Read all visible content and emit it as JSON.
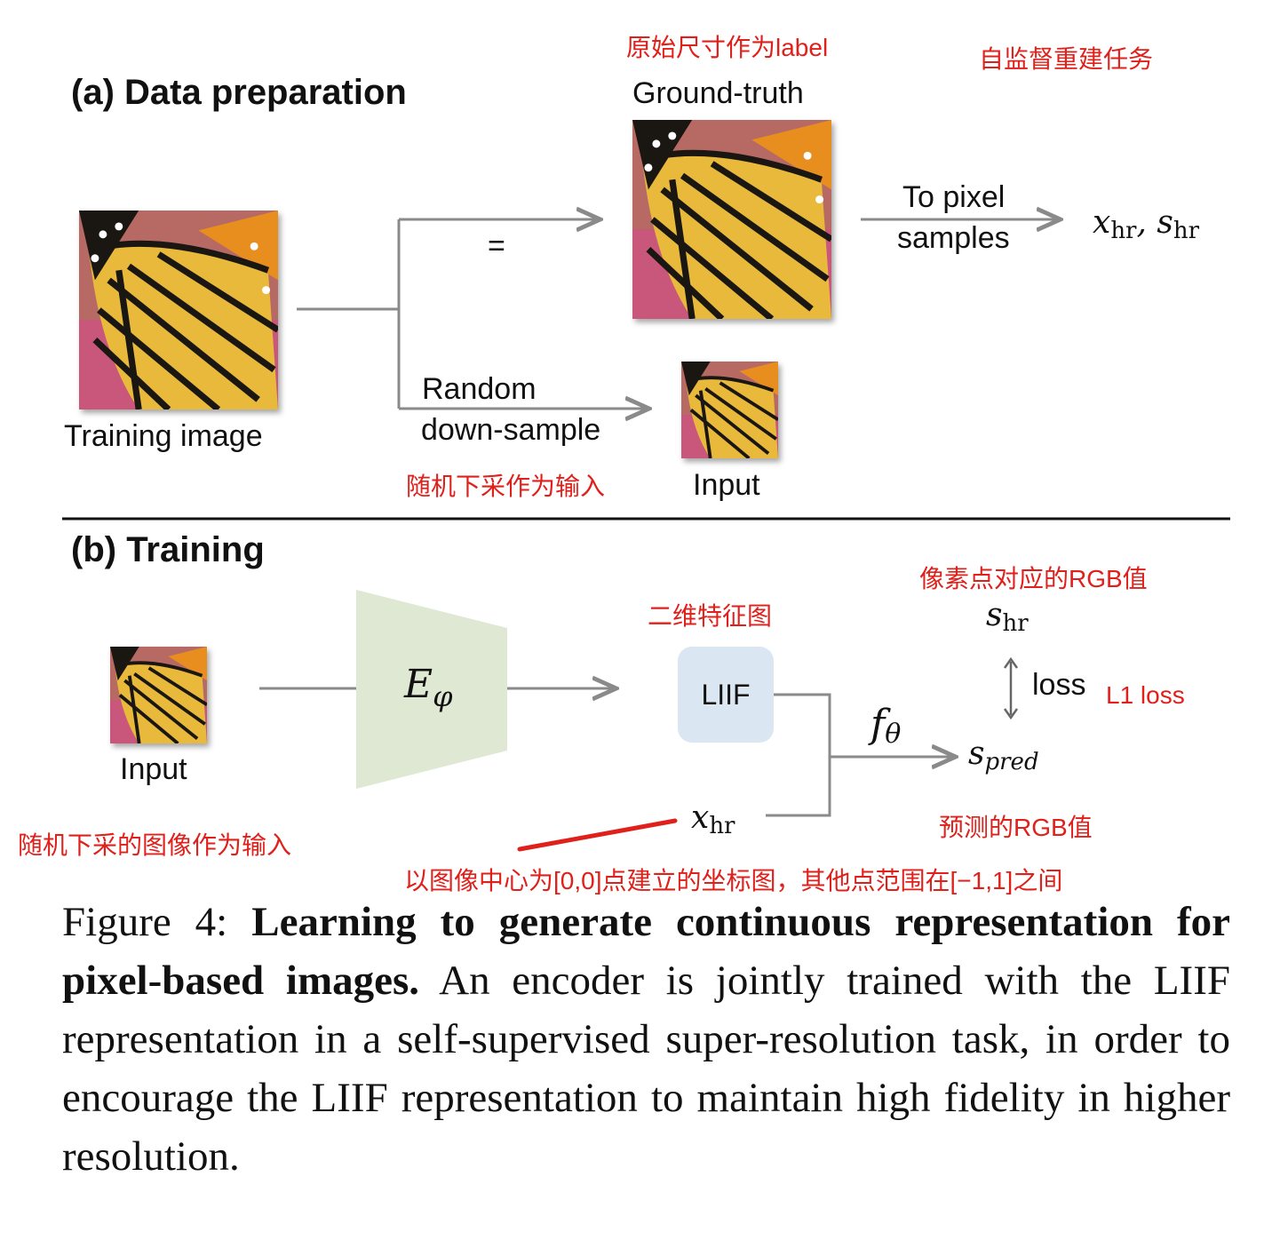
{
  "section_a": {
    "heading": "(a) Data preparation",
    "training_image_label": "Training image",
    "equals": "=",
    "ground_truth_label": "Ground-truth",
    "to_pixel_line1": "To pixel",
    "to_pixel_line2": "samples",
    "output_x": "x",
    "output_x_sub": "hr",
    "output_comma": ",",
    "output_s": "s",
    "output_s_sub": "hr",
    "random_line1": "Random",
    "random_line2": "down-sample",
    "input_label": "Input"
  },
  "section_b": {
    "heading": "(b) Training",
    "input_label": "Input",
    "encoder_symbol": "E",
    "encoder_sub": "φ",
    "liif_label": "LIIF",
    "f_symbol": "f",
    "f_sub": "θ",
    "s_hr": "s",
    "s_hr_sub": "hr",
    "loss_label": "loss",
    "s_pred": "s",
    "s_pred_sub": "pred",
    "x_hr": "x",
    "x_hr_sub": "hr"
  },
  "annotations": {
    "label_note": "原始尺寸作为label",
    "task_note": "自监督重建任务",
    "downsample_note": "随机下采作为输入",
    "rgb_note": "像素点对应的RGB值",
    "feature_map_note": "二维特征图",
    "l1_note": "L1 loss",
    "input_note": "随机下采的图像作为输入",
    "pred_note": "预测的RGB值",
    "coord_note": "以图像中心为[0,0]点建立的坐标图，其他点范围在[−1,1]之间"
  },
  "caption": {
    "prefix": "Figure 4:",
    "bold": "Learning to generate continuous representation for pixel-based images.",
    "body": "An encoder is jointly trained with the LIIF representation in a self-supervised super-resolution task, in order to encourage the LIIF representation to maintain high fidelity in higher resolution."
  },
  "colors": {
    "annotation": "#e0201b",
    "arrow": "#8a8a8a",
    "encoder": "#dfe8d3",
    "liif_box": "#dbe6f3",
    "divider": "#111111"
  }
}
